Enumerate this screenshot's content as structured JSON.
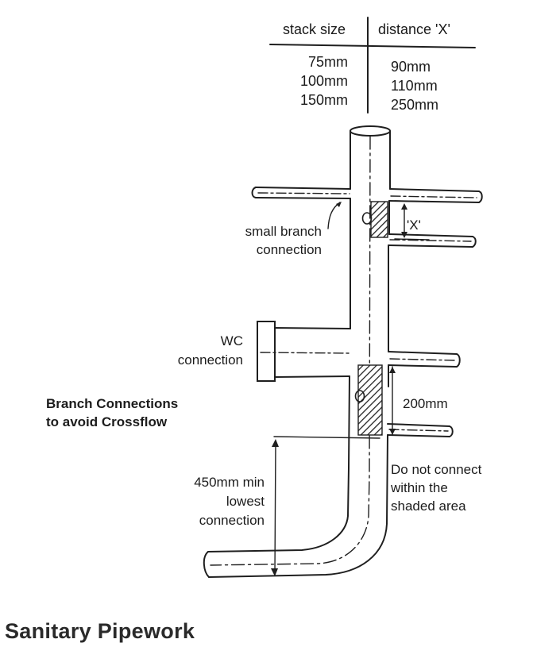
{
  "table": {
    "headers": [
      "stack size",
      "distance 'X'"
    ],
    "rows": [
      [
        "75mm",
        "90mm"
      ],
      [
        "100mm",
        "110mm"
      ],
      [
        "150mm",
        "250mm"
      ]
    ]
  },
  "labels": {
    "small_branch_1": "small branch",
    "small_branch_2": "connection",
    "x_label": "'X'",
    "wc_1": "WC",
    "wc_2": "connection",
    "branch_conn_1": "Branch Connections",
    "branch_conn_2": "to avoid Crossflow",
    "dim_200": "200mm",
    "no_connect_1": "Do not connect",
    "no_connect_2": "within the",
    "no_connect_3": "shaded area",
    "min_450_1": "450mm min",
    "min_450_2": "lowest",
    "min_450_3": "connection"
  },
  "title": "Sanitary Pipework"
}
